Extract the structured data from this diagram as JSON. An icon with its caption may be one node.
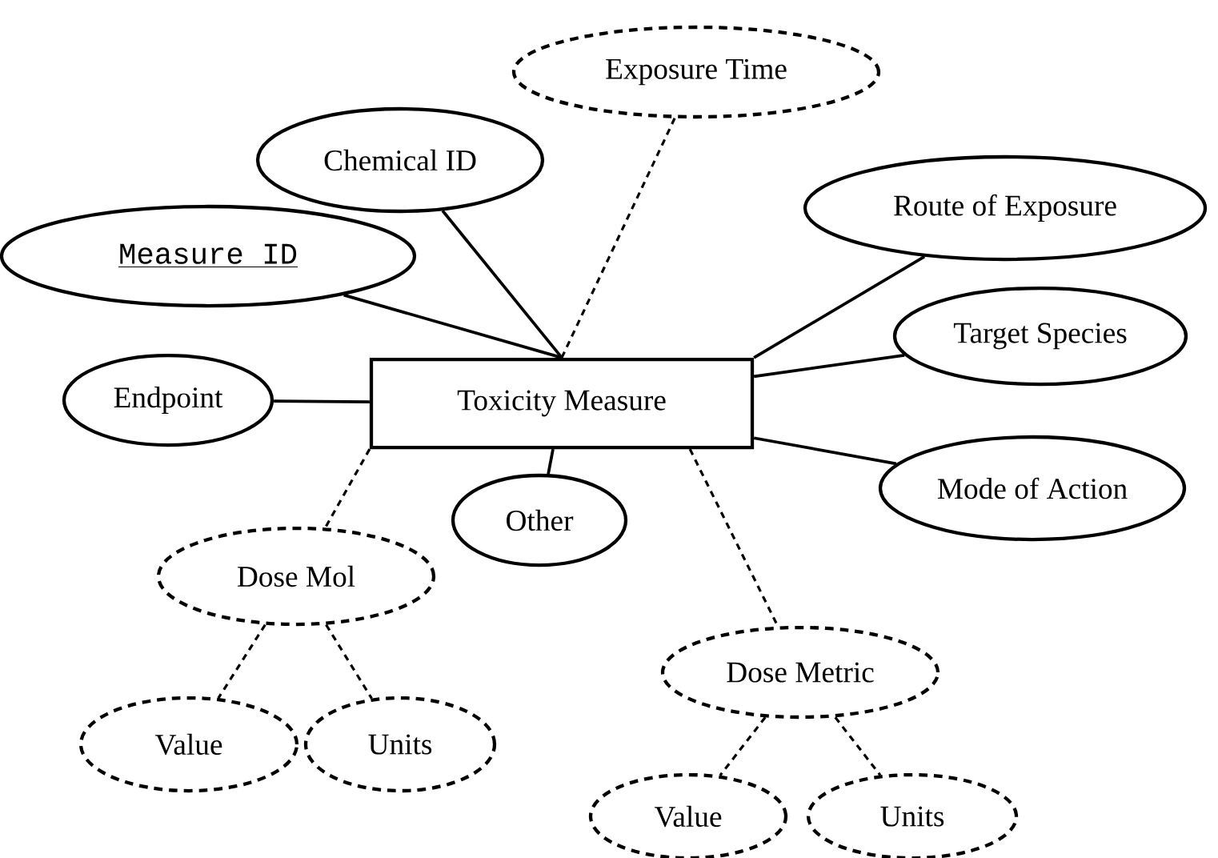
{
  "diagram": {
    "nodes": [
      {
        "text": [
          "Exposure Time"
        ]
      },
      {
        "text": [
          "Chemical ID"
        ]
      },
      {
        "text": [
          "Route of Exposure"
        ]
      },
      {
        "text": [
          "Measure ID"
        ]
      },
      {
        "text": [
          "Target Species"
        ]
      },
      {
        "text": [
          "Endpoint"
        ]
      },
      {
        "text": [
          "Toxicity Measure"
        ]
      },
      {
        "text": [
          "Mode of Action"
        ]
      },
      {
        "text": [
          "Other"
        ]
      },
      {
        "text": [
          "Dose Mol"
        ]
      },
      {
        "text": [
          "Dose Metric"
        ]
      },
      {
        "text": [
          "Value"
        ]
      },
      {
        "text": [
          "Units"
        ]
      },
      {
        "text": [
          "Value"
        ]
      },
      {
        "text": [
          "Units"
        ]
      }
    ],
    "edges": [
      {
        "from": 6,
        "to": 1,
        "arrow": "none"
      },
      {
        "from": 6,
        "to": 0,
        "arrow": "none",
        "style": "dashed"
      },
      {
        "from": 6,
        "to": 2,
        "arrow": "none"
      },
      {
        "from": 6,
        "to": 3,
        "arrow": "none"
      },
      {
        "from": 6,
        "to": 4,
        "arrow": "none"
      },
      {
        "from": 6,
        "to": 5,
        "arrow": "none"
      },
      {
        "from": 6,
        "to": 7,
        "arrow": "none"
      },
      {
        "from": 6,
        "to": 8,
        "arrow": "none"
      },
      {
        "from": 6,
        "to": 9,
        "arrow": "none",
        "style": "dashed"
      },
      {
        "from": 6,
        "to": 10,
        "arrow": "none",
        "style": "dashed"
      },
      {
        "from": 9,
        "to": 11,
        "arrow": "none",
        "style": "dashed"
      },
      {
        "from": 9,
        "to": 12,
        "arrow": "none",
        "style": "dashed"
      },
      {
        "from": 10,
        "to": 13,
        "arrow": "none",
        "style": "dashed"
      },
      {
        "from": 10,
        "to": 14,
        "arrow": "none",
        "style": "dashed"
      }
    ]
  }
}
